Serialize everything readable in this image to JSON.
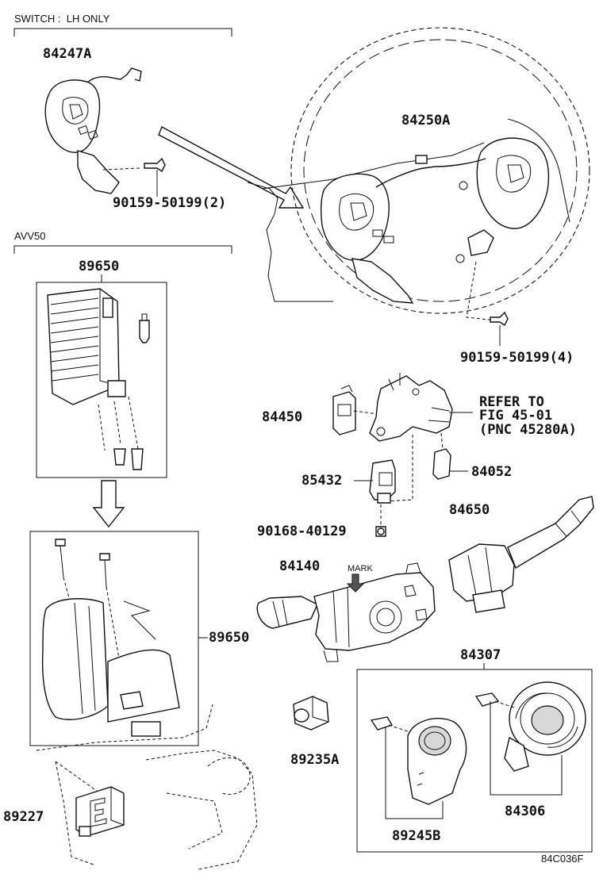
{
  "notes": {
    "switch_note": "SWITCH :  LH ONLY",
    "avv_note": "AVV50",
    "mark": "MARK",
    "refer_line1": "REFER TO",
    "refer_line2": "FIG 45-01",
    "refer_line3": "(PNC 45280A)",
    "figure_code": "84C036F"
  },
  "parts": {
    "p84247A": "84247A",
    "p90159_2": "90159-50199(2)",
    "p84250A": "84250A",
    "p90159_4": "90159-50199(4)",
    "p89650_top": "89650",
    "p89650_side": "89650",
    "p84450": "84450",
    "p84052": "84052",
    "p85432": "85432",
    "p90168": "90168-40129",
    "p84650": "84650",
    "p84140": "84140",
    "p84307": "84307",
    "p89235A": "89235A",
    "p84306": "84306",
    "p89227": "89227",
    "p89245B": "89245B"
  }
}
